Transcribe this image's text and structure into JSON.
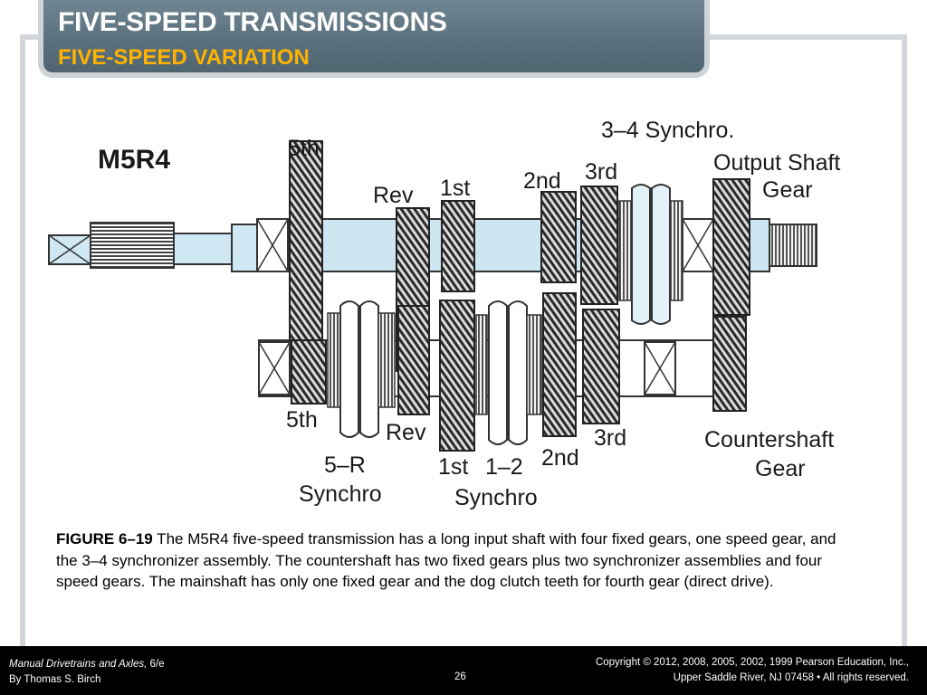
{
  "slide": {
    "title": "FIVE-SPEED TRANSMISSIONS",
    "subtitle": "FIVE-SPEED VARIATION"
  },
  "diagram": {
    "model": "M5R4",
    "labels": {
      "fifth_top": "5th",
      "rev_top": "Rev",
      "first_top": "1st",
      "second_top": "2nd",
      "third_top": "3rd",
      "synchro_34": "3–4 Synchro.",
      "output_shaft_line1": "Output Shaft",
      "output_shaft_line2": "Gear",
      "fifth_bottom": "5th",
      "rev_bottom": "Rev",
      "synchro_5r_line1": "5–R",
      "synchro_5r_line2": "Synchro",
      "first_bottom": "1st",
      "synchro_12_line1": "1–2",
      "synchro_12_line2": "Synchro",
      "second_bottom": "2nd",
      "third_bottom": "3rd",
      "countershaft_line1": "Countershaft",
      "countershaft_line2": "Gear"
    }
  },
  "caption": {
    "figure": "FIGURE 6–19",
    "text": " The M5R4 five-speed transmission has a long input shaft with four fixed gears, one speed gear, and the 3–4 synchronizer assembly. The countershaft has two fixed gears plus two synchronizer assemblies and four speed gears. The mainshaft has only one fixed gear and the dog clutch teeth for fourth gear (direct drive)."
  },
  "footer": {
    "book_title": "Manual Drivetrains and Axles,",
    "edition": " 6/e",
    "author": "By Thomas S. Birch",
    "page": "26",
    "copyright_line1": "Copyright © 2012, 2008, 2005, 2002, 1999 Pearson Education, Inc.,",
    "copyright_line2": "Upper Saddle River, NJ 07458 • All rights reserved."
  }
}
